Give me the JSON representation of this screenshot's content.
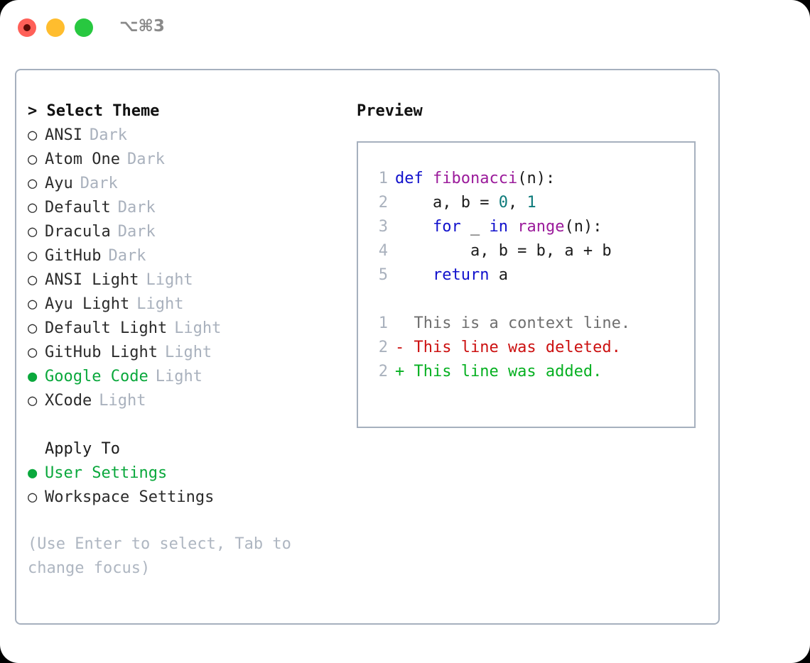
{
  "window": {
    "title": "⌥⌘3",
    "traffic_lights": [
      {
        "name": "close",
        "color": "#ff6058"
      },
      {
        "name": "minimize",
        "color": "#ffbd2e"
      },
      {
        "name": "maximize",
        "color": "#28c840"
      }
    ]
  },
  "colors": {
    "accent_green": "#0aa83c",
    "border": "#a6b0be",
    "muted": "#a9b1bd",
    "text": "#1c1c1c",
    "keyword_blue": "#1111cc",
    "function_purple": "#9b1b9b",
    "number_teal": "#0d7a7a",
    "diff_deleted": "#cc1111",
    "diff_added": "#06b021",
    "diff_context": "#6f6f6f"
  },
  "left": {
    "header": "> Select Theme",
    "themes": [
      {
        "marker": "○",
        "name": "ANSI",
        "tag": "Dark",
        "selected": false
      },
      {
        "marker": "○",
        "name": "Atom One",
        "tag": "Dark",
        "selected": false
      },
      {
        "marker": "○",
        "name": "Ayu",
        "tag": "Dark",
        "selected": false
      },
      {
        "marker": "○",
        "name": "Default",
        "tag": "Dark",
        "selected": false
      },
      {
        "marker": "○",
        "name": "Dracula",
        "tag": "Dark",
        "selected": false
      },
      {
        "marker": "○",
        "name": "GitHub",
        "tag": "Dark",
        "selected": false
      },
      {
        "marker": "○",
        "name": "ANSI Light",
        "tag": "Light",
        "selected": false
      },
      {
        "marker": "○",
        "name": "Ayu Light",
        "tag": "Light",
        "selected": false
      },
      {
        "marker": "○",
        "name": "Default Light",
        "tag": "Light",
        "selected": false
      },
      {
        "marker": "○",
        "name": "GitHub Light",
        "tag": "Light",
        "selected": false
      },
      {
        "marker": "●",
        "name": "Google Code",
        "tag": "Light",
        "selected": true
      },
      {
        "marker": "○",
        "name": "XCode",
        "tag": "Light",
        "selected": false
      }
    ],
    "apply_to_label": "Apply To",
    "apply_to_options": [
      {
        "marker": "●",
        "name": "User Settings",
        "selected": true
      },
      {
        "marker": "○",
        "name": "Workspace Settings",
        "selected": false
      }
    ],
    "hint": "(Use Enter to select, Tab to change focus)"
  },
  "right": {
    "header": "Preview",
    "code_lines": [
      {
        "number": "1",
        "tokens": [
          {
            "text": "def ",
            "style": "kw"
          },
          {
            "text": "fibonacci",
            "style": "fn"
          },
          {
            "text": "(n):",
            "style": "plain"
          }
        ]
      },
      {
        "number": "2",
        "tokens": [
          {
            "text": "    a, b = ",
            "style": "plain"
          },
          {
            "text": "0",
            "style": "num"
          },
          {
            "text": ", ",
            "style": "plain"
          },
          {
            "text": "1",
            "style": "num"
          }
        ]
      },
      {
        "number": "3",
        "tokens": [
          {
            "text": "    ",
            "style": "plain"
          },
          {
            "text": "for",
            "style": "kw"
          },
          {
            "text": " _ ",
            "style": "plain"
          },
          {
            "text": "in",
            "style": "kw"
          },
          {
            "text": " ",
            "style": "plain"
          },
          {
            "text": "range",
            "style": "fn"
          },
          {
            "text": "(n):",
            "style": "plain"
          }
        ]
      },
      {
        "number": "4",
        "tokens": [
          {
            "text": "        a, b = b, a + b",
            "style": "plain"
          }
        ]
      },
      {
        "number": "5",
        "tokens": [
          {
            "text": "    ",
            "style": "plain"
          },
          {
            "text": "return",
            "style": "kw"
          },
          {
            "text": " a",
            "style": "plain"
          }
        ]
      }
    ],
    "diff_lines": [
      {
        "number": "1",
        "text": "  This is a context line.",
        "kind": "context"
      },
      {
        "number": "2",
        "text": "- This line was deleted.",
        "kind": "deleted"
      },
      {
        "number": "2",
        "text": "+ This line was added.",
        "kind": "added"
      }
    ]
  }
}
